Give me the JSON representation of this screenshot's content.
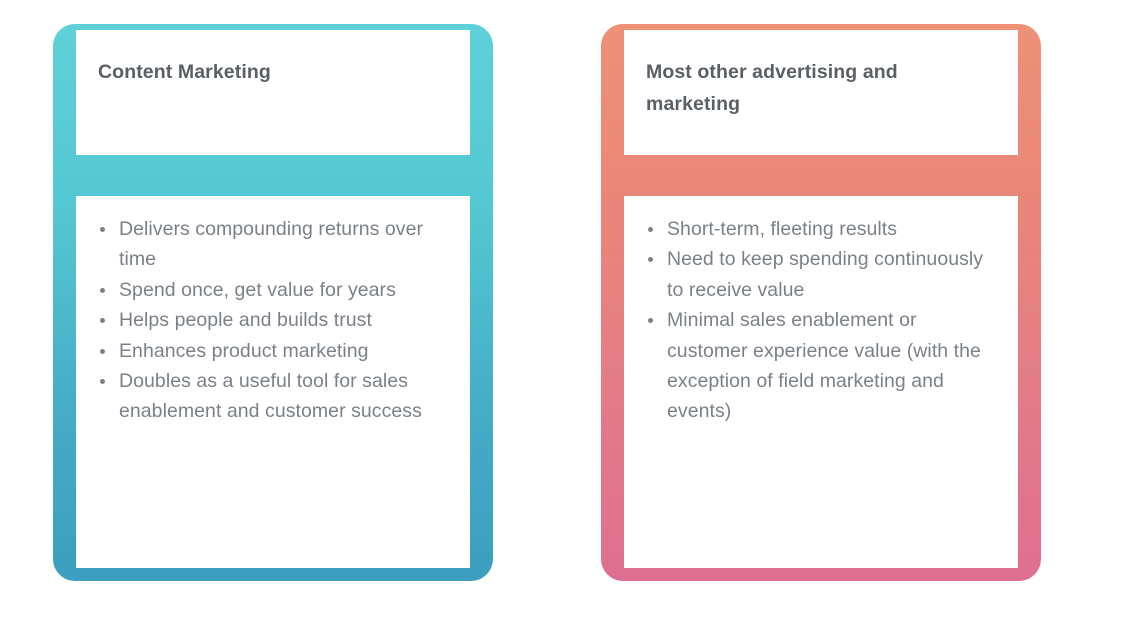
{
  "board": {
    "type": "two-column-comparison",
    "background_color": "#ffffff",
    "cards": [
      {
        "id": "content-marketing",
        "title": "Content Marketing",
        "accent_top_color": "#5ed0d8",
        "accent_bottom_color": "#3c9ec0",
        "bullets": [
          "Delivers compounding returns over time",
          "Spend once, get value for years",
          "Helps people and builds trust",
          "Enhances product marketing",
          "Doubles as a useful tool for sales enablement and customer success"
        ]
      },
      {
        "id": "other-advertising",
        "title": "Most other advertising and marketing",
        "accent_top_color": "#ee9177",
        "accent_bottom_color": "#df6f91",
        "bullets": [
          "Short-term, fleeting results",
          "Need to keep spending continuously to receive value",
          "Minimal sales enablement or customer experience value (with the exception of field marketing and events)"
        ]
      }
    ],
    "text_colors": {
      "title": "#5a5f66",
      "body": "#7b8088"
    }
  }
}
